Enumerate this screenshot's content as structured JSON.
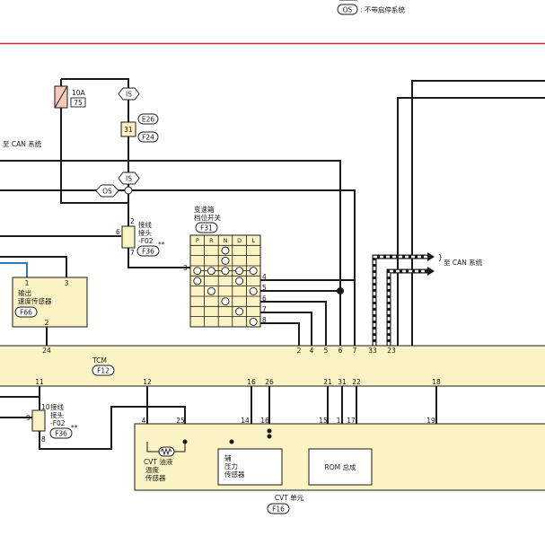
{
  "legend": {
    "os_badge": "OS",
    "os_desc": ": 不带启停系统"
  },
  "colors": {
    "accent_line": "#d9262b",
    "module_fill": "#fcf3c4",
    "blue_wire": "#2f78c4",
    "wire": "#1a1a1a"
  },
  "fuse": {
    "rating": "10A",
    "number": "75"
  },
  "badges": {
    "is_top": "IS",
    "is_mid": "IS",
    "os_mid": "OS"
  },
  "connectors": {
    "e26": "E26",
    "f24": "F24",
    "pin31": "31",
    "f31": "F31",
    "f36_top": "F36",
    "f36_bottom": "F36",
    "f12": "F12",
    "f16": "F16",
    "f66": "F66"
  },
  "labels": {
    "can_left": "至 CAN 系统",
    "can_right": "至 CAN 系统",
    "joint_top": [
      "接线",
      "接头",
      "-F02"
    ],
    "joint_bottom": [
      "接线",
      "接头",
      "-F02"
    ],
    "stars": "**",
    "shift_switch": [
      "变速箱",
      "档位开关"
    ],
    "speed_sensor": [
      "输出",
      "速度传感器"
    ],
    "tcm": "TCM",
    "oil_temp": [
      "CVT 油液",
      "温度",
      "传感器"
    ],
    "pressure": [
      "辅",
      "压力",
      "传感器"
    ],
    "rom": "ROM 总成",
    "cvt_unit": "CVT 单元"
  },
  "shift_table": {
    "headers": [
      "P",
      "R",
      "N",
      "D",
      "L"
    ]
  },
  "pins": {
    "j_top": [
      "2",
      "6",
      "7"
    ],
    "sw_3": "3",
    "sw_rows": [
      "4",
      "5",
      "6",
      "7",
      "8"
    ],
    "spd": [
      "1",
      "3",
      "2"
    ],
    "tcm_top": [
      "24",
      "2",
      "4",
      "5",
      "6",
      "7",
      "33",
      "23"
    ],
    "tcm_bottom": [
      "11",
      "12",
      "16",
      "26",
      "21",
      "31",
      "22",
      "18"
    ],
    "j_bot": [
      "9",
      "10",
      "8"
    ],
    "cvt": [
      "4",
      "25",
      "14",
      "16",
      "15",
      "1",
      "17",
      "19"
    ]
  }
}
